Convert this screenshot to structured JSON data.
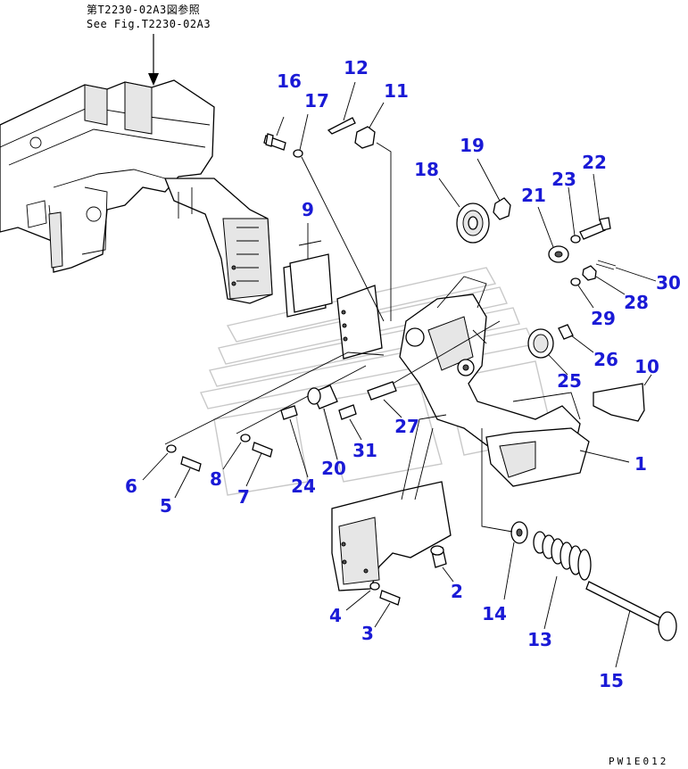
{
  "reference_note": {
    "line1": "第T2230-02A3図参照",
    "line2": "See Fig.T2230-02A3"
  },
  "callouts": [
    {
      "id": "c1",
      "label": "1"
    },
    {
      "id": "c2",
      "label": "2"
    },
    {
      "id": "c3",
      "label": "3"
    },
    {
      "id": "c4",
      "label": "4"
    },
    {
      "id": "c5",
      "label": "5"
    },
    {
      "id": "c6",
      "label": "6"
    },
    {
      "id": "c7",
      "label": "7"
    },
    {
      "id": "c8",
      "label": "8"
    },
    {
      "id": "c9",
      "label": "9"
    },
    {
      "id": "c10",
      "label": "10"
    },
    {
      "id": "c11",
      "label": "11"
    },
    {
      "id": "c12",
      "label": "12"
    },
    {
      "id": "c13",
      "label": "13"
    },
    {
      "id": "c14",
      "label": "14"
    },
    {
      "id": "c15",
      "label": "15"
    },
    {
      "id": "c16",
      "label": "16"
    },
    {
      "id": "c17",
      "label": "17"
    },
    {
      "id": "c18",
      "label": "18"
    },
    {
      "id": "c19",
      "label": "19"
    },
    {
      "id": "c20",
      "label": "20"
    },
    {
      "id": "c21",
      "label": "21"
    },
    {
      "id": "c22",
      "label": "22"
    },
    {
      "id": "c23",
      "label": "23"
    },
    {
      "id": "c24",
      "label": "24"
    },
    {
      "id": "c25",
      "label": "25"
    },
    {
      "id": "c26",
      "label": "26"
    },
    {
      "id": "c27",
      "label": "27"
    },
    {
      "id": "c28",
      "label": "28"
    },
    {
      "id": "c29",
      "label": "29"
    },
    {
      "id": "c30",
      "label": "30"
    },
    {
      "id": "c31",
      "label": "31"
    }
  ],
  "drawing_code": "PW1E012",
  "colors": {
    "callout": "#1a1ad6",
    "line": "#000000",
    "watermark": "#c8c8c8"
  }
}
